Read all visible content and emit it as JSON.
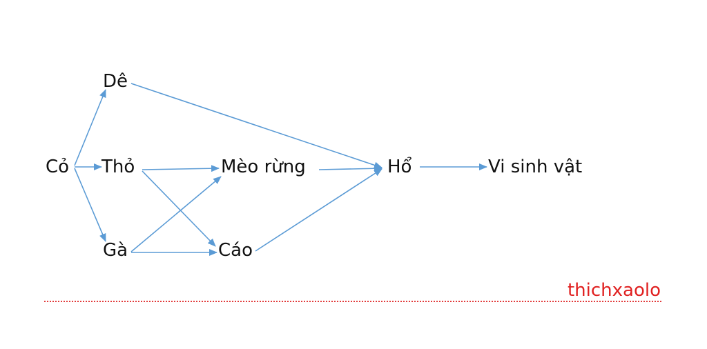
{
  "diagram": {
    "nodes": [
      {
        "id": "co",
        "label": "Cỏ"
      },
      {
        "id": "de",
        "label": "Dê"
      },
      {
        "id": "tho",
        "label": "Thỏ"
      },
      {
        "id": "ga",
        "label": "Gà"
      },
      {
        "id": "meo",
        "label": "Mèo rừng"
      },
      {
        "id": "cao",
        "label": "Cáo"
      },
      {
        "id": "ho",
        "label": "Hổ"
      },
      {
        "id": "vsv",
        "label": "Vi sinh vật"
      }
    ],
    "edges": [
      {
        "from": "co",
        "to": "de"
      },
      {
        "from": "co",
        "to": "tho"
      },
      {
        "from": "co",
        "to": "ga"
      },
      {
        "from": "de",
        "to": "ho"
      },
      {
        "from": "tho",
        "to": "meo"
      },
      {
        "from": "tho",
        "to": "cao"
      },
      {
        "from": "ga",
        "to": "meo"
      },
      {
        "from": "ga",
        "to": "cao"
      },
      {
        "from": "meo",
        "to": "ho"
      },
      {
        "from": "cao",
        "to": "ho"
      },
      {
        "from": "ho",
        "to": "vsv"
      }
    ],
    "edge_color": "#5b9bd5"
  },
  "watermark": {
    "text": "thichxaolo",
    "color": "#e02020"
  }
}
